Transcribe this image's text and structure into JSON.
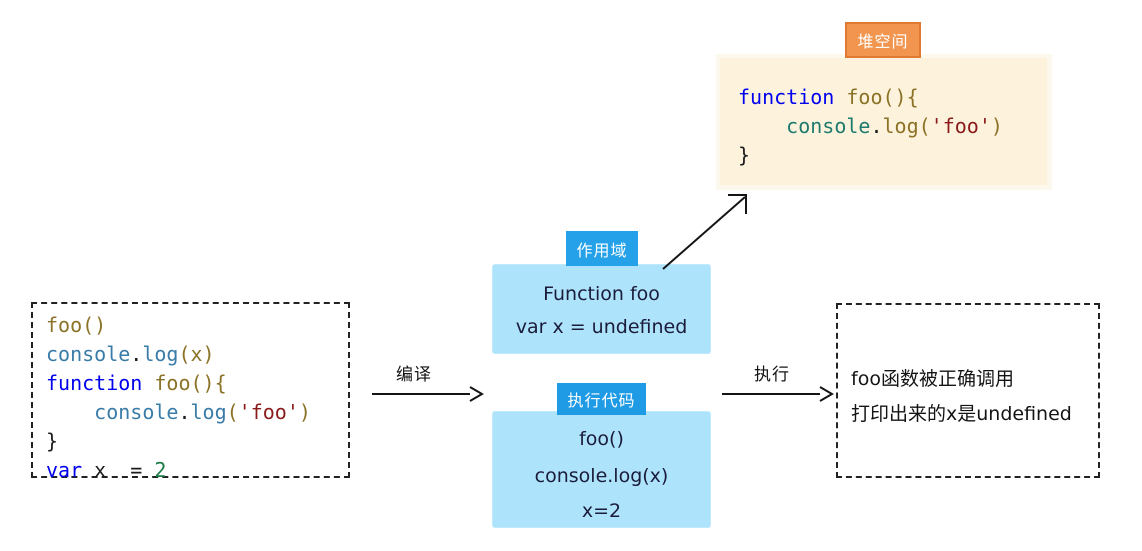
{
  "diagram": {
    "title_semantic": "javascript-compile-execute-flow",
    "colors": {
      "heap_bg": "#fdf3dd",
      "heap_tag_bg": "#f1954f",
      "scope_bg": "#ade3fb",
      "scope_tag_bg": "#24a1e8",
      "exec_tag_bg": "#1f9ae5",
      "outline": "#222222",
      "canvas": "#ffffff"
    }
  },
  "source_box": {
    "name": "source-code",
    "lines": [
      [
        {
          "text": "foo()",
          "cls": "t-name"
        }
      ],
      [
        {
          "text": "console",
          "cls": "t-obj"
        },
        {
          "text": ".",
          "cls": "t-plain"
        },
        {
          "text": "log",
          "cls": "t-obj"
        },
        {
          "text": "(x)",
          "cls": "t-name"
        }
      ],
      [
        {
          "text": "function",
          "cls": "t-fn"
        },
        {
          "text": " foo(){",
          "cls": "t-name"
        }
      ],
      [
        {
          "text": "    console",
          "cls": "t-obj"
        },
        {
          "text": ".",
          "cls": "t-plain"
        },
        {
          "text": "log",
          "cls": "t-obj"
        },
        {
          "text": "(",
          "cls": "t-name"
        },
        {
          "text": "'foo'",
          "cls": "t-str"
        },
        {
          "text": ")",
          "cls": "t-name"
        }
      ],
      [
        {
          "text": "}",
          "cls": "t-plain"
        }
      ],
      [
        {
          "text": "var",
          "cls": "t-var"
        },
        {
          "text": " x  = ",
          "cls": "t-plain"
        },
        {
          "text": "2",
          "cls": "t-num"
        }
      ]
    ]
  },
  "heap": {
    "tag_label": "堆空间",
    "lines": [
      [
        {
          "text": "function",
          "cls": "t-fn"
        },
        {
          "text": " foo(){",
          "cls": "t-name"
        }
      ],
      [
        {
          "text": "    console",
          "cls": "t-obj2"
        },
        {
          "text": ".",
          "cls": "t-plain"
        },
        {
          "text": "log",
          "cls": "t-name"
        },
        {
          "text": "(",
          "cls": "t-name"
        },
        {
          "text": "'foo'",
          "cls": "t-str"
        },
        {
          "text": ")",
          "cls": "t-name"
        }
      ],
      [
        {
          "text": "}",
          "cls": "t-plain"
        }
      ]
    ]
  },
  "scope": {
    "tag_label": "作用域",
    "line1": "Function foo",
    "line2": "var x = undefined"
  },
  "exec_code": {
    "tag_label": "执行代码",
    "line1": "foo()",
    "line2": "console.log(x)",
    "line3": "x=2"
  },
  "result": {
    "line1": "foo函数被正确调用",
    "line2": "打印出来的x是undefined"
  },
  "arrows": {
    "compile_label": "编译",
    "execute_label": "执行"
  }
}
